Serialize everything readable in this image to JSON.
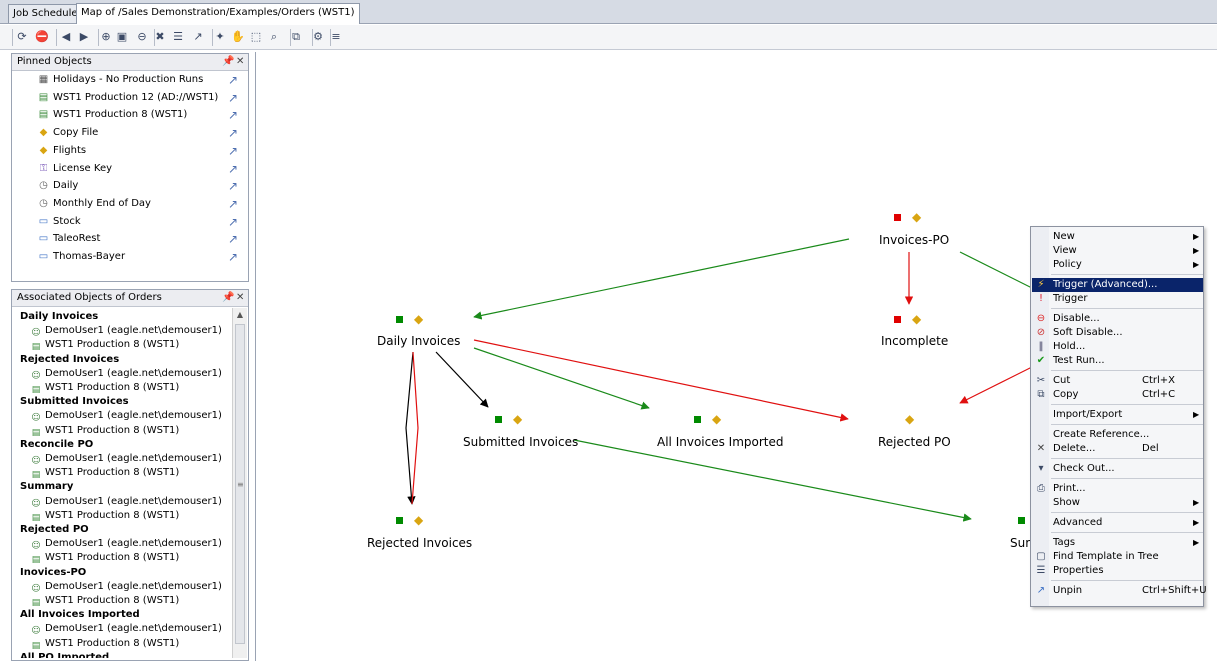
{
  "tabs": [
    {
      "label": "Job Schedulers",
      "active": false
    },
    {
      "label": "Map of /Sales Demonstration/Examples/Orders (WST1)",
      "active": true
    }
  ],
  "toolbar": {
    "icons": [
      "refresh-icon",
      "stop-icon",
      "back-icon",
      "forward-icon",
      "zoom-in-icon",
      "zoom-fit-icon",
      "zoom-out-icon",
      "layout-icon",
      "hierarchy-icon",
      "link-icon",
      "spread-icon",
      "hand-icon",
      "select-icon",
      "find-icon",
      "copy-icon",
      "settings-icon",
      "more-icon"
    ]
  },
  "pinned": {
    "title": "Pinned Objects",
    "items": [
      {
        "label": "Holidays - No Production Runs",
        "icon": "calendar-icon"
      },
      {
        "label": "WST1 Production 12 (AD://WST1)",
        "icon": "queue-icon"
      },
      {
        "label": "WST1 Production 8 (WST1)",
        "icon": "queue-icon"
      },
      {
        "label": "Copy File",
        "icon": "job-icon"
      },
      {
        "label": "Flights",
        "icon": "job-icon"
      },
      {
        "label": "License Key",
        "icon": "key-icon"
      },
      {
        "label": "Daily",
        "icon": "clock-icon"
      },
      {
        "label": "Monthly End of Day",
        "icon": "clock-icon"
      },
      {
        "label": "Stock",
        "icon": "service-icon"
      },
      {
        "label": "TaleoRest",
        "icon": "service-icon"
      },
      {
        "label": "Thomas-Bayer",
        "icon": "service-icon"
      }
    ]
  },
  "associated": {
    "title": "Associated Objects of Orders",
    "rows": [
      {
        "kind": "grp",
        "label": "Daily Invoices"
      },
      {
        "kind": "user",
        "label": "DemoUser1 (eagle.net\\demouser1)"
      },
      {
        "kind": "queue",
        "label": "WST1 Production 8 (WST1)"
      },
      {
        "kind": "grp",
        "label": "Rejected Invoices"
      },
      {
        "kind": "user",
        "label": "DemoUser1 (eagle.net\\demouser1)"
      },
      {
        "kind": "queue",
        "label": "WST1 Production 8 (WST1)"
      },
      {
        "kind": "grp",
        "label": "Submitted Invoices"
      },
      {
        "kind": "user",
        "label": "DemoUser1 (eagle.net\\demouser1)"
      },
      {
        "kind": "queue",
        "label": "WST1 Production 8 (WST1)"
      },
      {
        "kind": "grp",
        "label": "Reconcile PO"
      },
      {
        "kind": "user",
        "label": "DemoUser1 (eagle.net\\demouser1)"
      },
      {
        "kind": "queue",
        "label": "WST1 Production 8 (WST1)"
      },
      {
        "kind": "grp",
        "label": "Summary"
      },
      {
        "kind": "user",
        "label": "DemoUser1 (eagle.net\\demouser1)"
      },
      {
        "kind": "queue",
        "label": "WST1 Production 8 (WST1)"
      },
      {
        "kind": "grp",
        "label": "Rejected PO"
      },
      {
        "kind": "user",
        "label": "DemoUser1 (eagle.net\\demouser1)"
      },
      {
        "kind": "queue",
        "label": "WST1 Production 8 (WST1)"
      },
      {
        "kind": "grp",
        "label": "Inovices-PO"
      },
      {
        "kind": "user",
        "label": "DemoUser1 (eagle.net\\demouser1)"
      },
      {
        "kind": "queue",
        "label": "WST1 Production 8 (WST1)"
      },
      {
        "kind": "grp",
        "label": "All Invoices Imported"
      },
      {
        "kind": "user",
        "label": "DemoUser1 (eagle.net\\demouser1)"
      },
      {
        "kind": "queue",
        "label": "WST1 Production 8 (WST1)"
      },
      {
        "kind": "grp",
        "label": "All PO Imported"
      }
    ]
  },
  "map": {
    "nodes": [
      {
        "id": "invoices-po",
        "label": "Invoices-PO",
        "status_color": "#e00000"
      },
      {
        "id": "daily-invoices",
        "label": "Daily Invoices",
        "status_color": "#008a00"
      },
      {
        "id": "incomplete",
        "label": "Incomplete",
        "status_color": "#e00000"
      },
      {
        "id": "submitted-invoices",
        "label": "Submitted Invoices",
        "status_color": "#008a00"
      },
      {
        "id": "all-invoices-imported",
        "label": "All Invoices Imported",
        "status_color": "#008a00"
      },
      {
        "id": "rejected-po",
        "label": "Rejected PO",
        "status_color": ""
      },
      {
        "id": "rejected-invoices",
        "label": "Rejected Invoices",
        "status_color": "#008a00"
      },
      {
        "id": "summary",
        "label": "Sum",
        "status_color": "#008a00"
      }
    ],
    "edge_colors": {
      "success": "#1a8a1a",
      "error": "#e01010",
      "complete": "#000000"
    }
  },
  "context_menu": {
    "items": [
      {
        "label": "New",
        "submenu": true
      },
      {
        "label": "View",
        "submenu": true
      },
      {
        "label": "Policy",
        "submenu": true
      },
      {
        "sep": true
      },
      {
        "label": "Trigger (Advanced)...",
        "icon": "trigger-advanced-icon",
        "highlight": true
      },
      {
        "label": "Trigger",
        "icon": "trigger-icon"
      },
      {
        "sep": true
      },
      {
        "label": "Disable...",
        "icon": "disable-icon"
      },
      {
        "label": "Soft Disable...",
        "icon": "soft-disable-icon"
      },
      {
        "label": "Hold...",
        "icon": "hold-icon"
      },
      {
        "label": "Test Run...",
        "icon": "check-icon"
      },
      {
        "sep": true
      },
      {
        "label": "Cut",
        "icon": "cut-icon",
        "shortcut": "Ctrl+X"
      },
      {
        "label": "Copy",
        "icon": "copy-icon",
        "shortcut": "Ctrl+C"
      },
      {
        "sep": true
      },
      {
        "label": "Import/Export",
        "submenu": true
      },
      {
        "sep": true
      },
      {
        "label": "Create Reference..."
      },
      {
        "label": "Delete...",
        "icon": "delete-icon",
        "shortcut": "Del"
      },
      {
        "sep": true
      },
      {
        "label": "Check Out...",
        "icon": "checkout-icon"
      },
      {
        "sep": true
      },
      {
        "label": "Print...",
        "icon": "print-icon"
      },
      {
        "label": "Show",
        "submenu": true
      },
      {
        "sep": true
      },
      {
        "label": "Advanced",
        "submenu": true
      },
      {
        "sep": true
      },
      {
        "label": "Tags",
        "submenu": true
      },
      {
        "label": "Find Template in Tree",
        "icon": "find-template-icon"
      },
      {
        "label": "Properties",
        "icon": "properties-icon"
      },
      {
        "sep": true
      },
      {
        "label": "Unpin",
        "icon": "unpin-icon",
        "shortcut": "Ctrl+Shift+U"
      }
    ]
  }
}
